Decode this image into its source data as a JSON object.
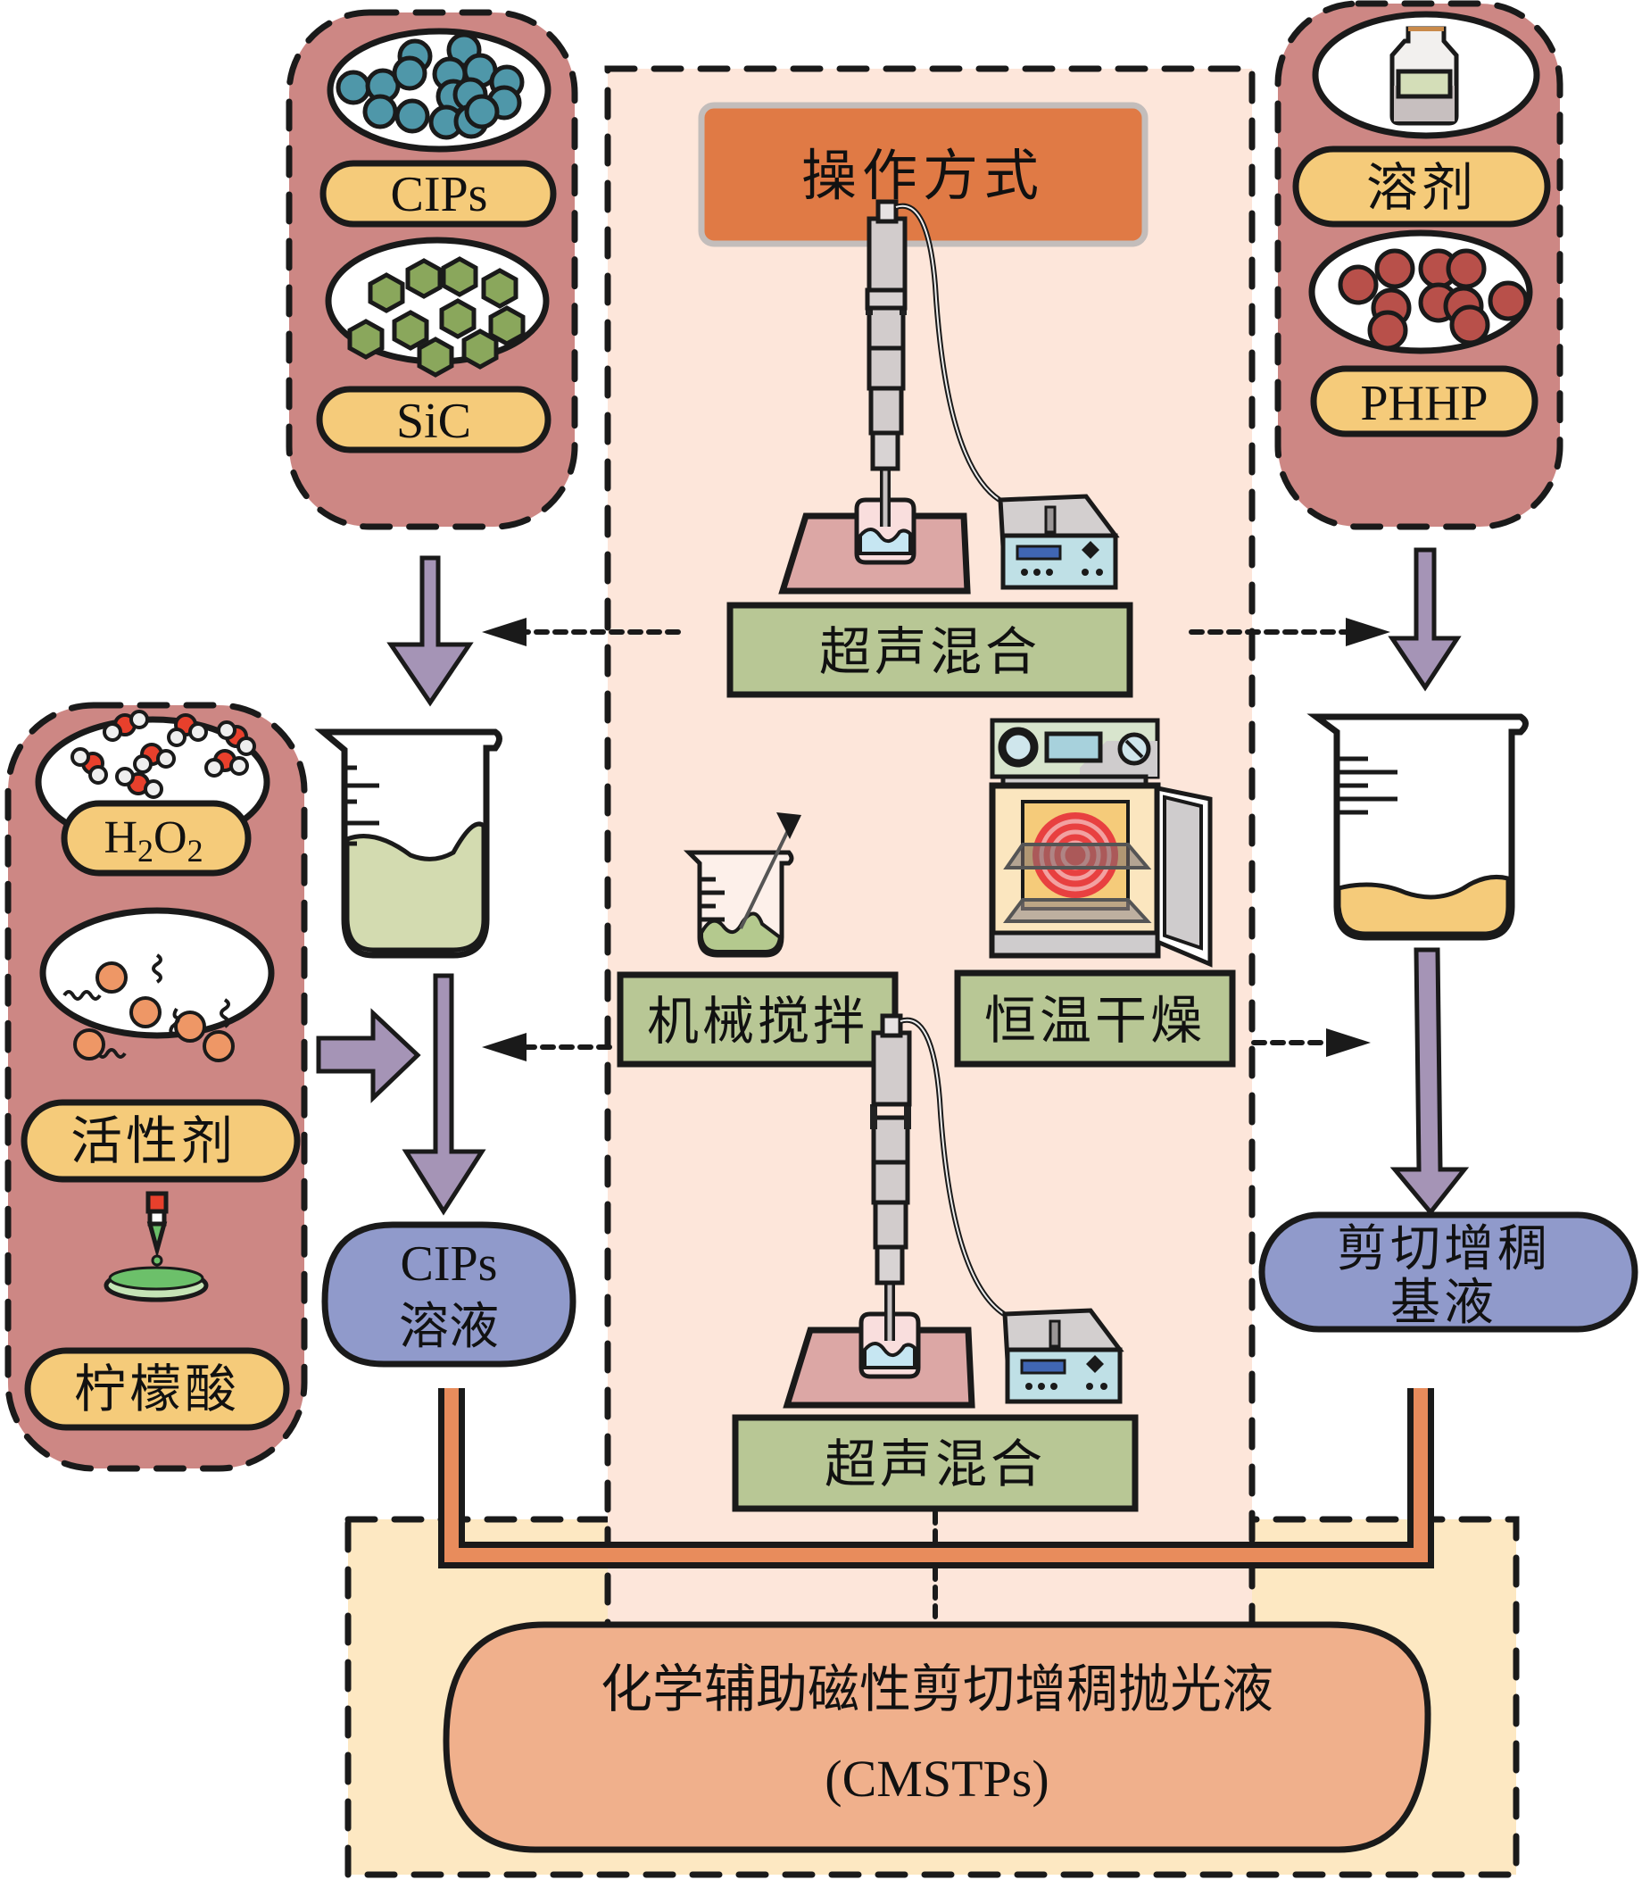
{
  "colors": {
    "panel_red": "#cd8784",
    "pill_yellow": "#f5cb7a",
    "center_bg": "#fde6da",
    "header_orange": "#e07a45",
    "step_green": "#b8c795",
    "arrow_purple": "#a594b6",
    "solution_blue": "#909acb",
    "final_salmon": "#f0b08c",
    "bottom_bg": "#fde8c2",
    "pipe_orange": "#e88c5c",
    "cips_particle": "#4f97a9",
    "sic_particle": "#8aa75c",
    "phhp_particle": "#b8504a"
  },
  "header": {
    "title": "操作方式"
  },
  "left_top_panel": {
    "items": [
      {
        "icon": "cips-particles-icon",
        "label": "CIPs"
      },
      {
        "icon": "sic-hexagon-particles-icon",
        "label": "SiC"
      }
    ]
  },
  "right_top_panel": {
    "items": [
      {
        "icon": "solvent-bottle-icon",
        "label": "溶剂"
      },
      {
        "icon": "phhp-particles-icon",
        "label": "PHHP"
      }
    ]
  },
  "left_bottom_panel": {
    "items": [
      {
        "icon": "h2o2-molecules-icon",
        "label_main": "H",
        "sub1": "2",
        "mid": "O",
        "sub2": "2"
      },
      {
        "icon": "surfactant-molecules-icon",
        "label": "活性剂"
      },
      {
        "icon": "dropper-dish-icon",
        "label": "柠檬酸"
      }
    ]
  },
  "operations": {
    "ultrasonic_1": "超声混合",
    "mechanical_stirring": "机械搅拌",
    "constant_temp_drying": "恒温干燥",
    "ultrasonic_2": "超声混合"
  },
  "solutions": {
    "cips_solution": {
      "line1": "CIPs",
      "line2": "溶液"
    },
    "shear_base": {
      "line1": "剪切增稠",
      "line2": "基液"
    }
  },
  "final_product": {
    "name": "化学辅助磁性剪切增稠抛光液",
    "abbr": "(CMSTPs)"
  }
}
